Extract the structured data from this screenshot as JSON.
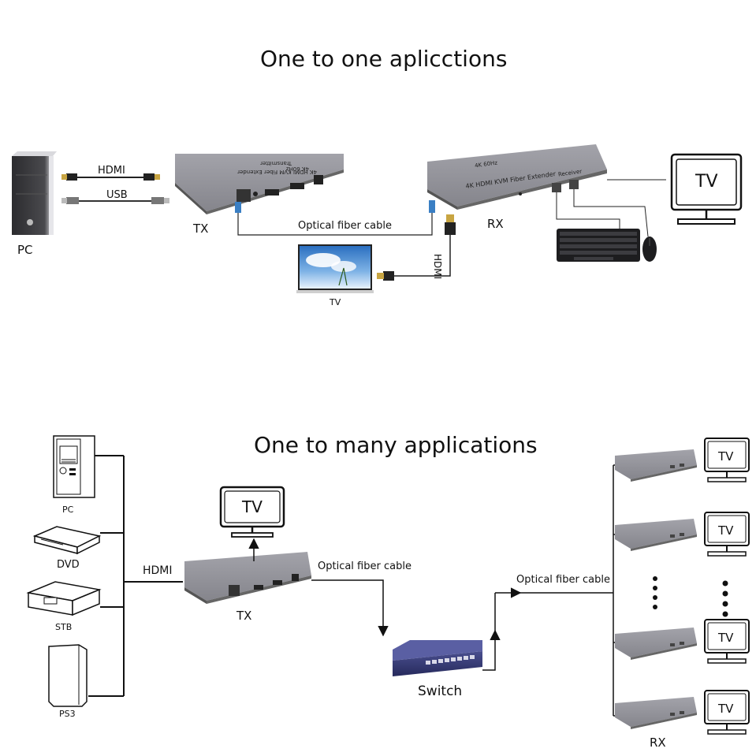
{
  "top": {
    "title": "One to one aplicctions",
    "pc_label": "PC",
    "hdmi_cable_label": "HDMI",
    "usb_cable_label": "USB",
    "tx_label": "TX",
    "rx_label": "RX",
    "fiber_label": "Optical fiber cable",
    "hdmi_vertical_label": "HDMI",
    "local_tv_label": "TV",
    "remote_tv_label": "TV",
    "tx_device_text": "4K HDMI KVM Fiber Extender",
    "tx_device_sub": "Transmitter",
    "tx_device_badge": "4K 60Hz",
    "rx_device_text": "4K HDMI KVM Fiber Extender",
    "rx_device_sub": "Receiver",
    "rx_device_badge": "4K 60Hz"
  },
  "bottom": {
    "title": "One to many applications",
    "sources": [
      "PC",
      "DVD",
      "STB",
      "PS3"
    ],
    "hdmi_label": "HDMI",
    "tx_label": "TX",
    "tx_tv_label": "TV",
    "fiber_label_left": "Optical fiber cable",
    "fiber_label_right": "Optical fiber cable",
    "switch_label": "Switch",
    "rx_label": "RX",
    "receiver_tv_labels": [
      "TV",
      "TV",
      "TV",
      "TV"
    ]
  },
  "icons": {
    "pc": "pc-tower-icon",
    "tv": "tv-monitor-icon",
    "keyboard": "keyboard-icon",
    "mouse": "mouse-icon",
    "switch": "network-switch-icon",
    "extender": "fiber-extender-icon"
  },
  "colors": {
    "device_gray": "#8a8a90",
    "line": "#111111"
  }
}
